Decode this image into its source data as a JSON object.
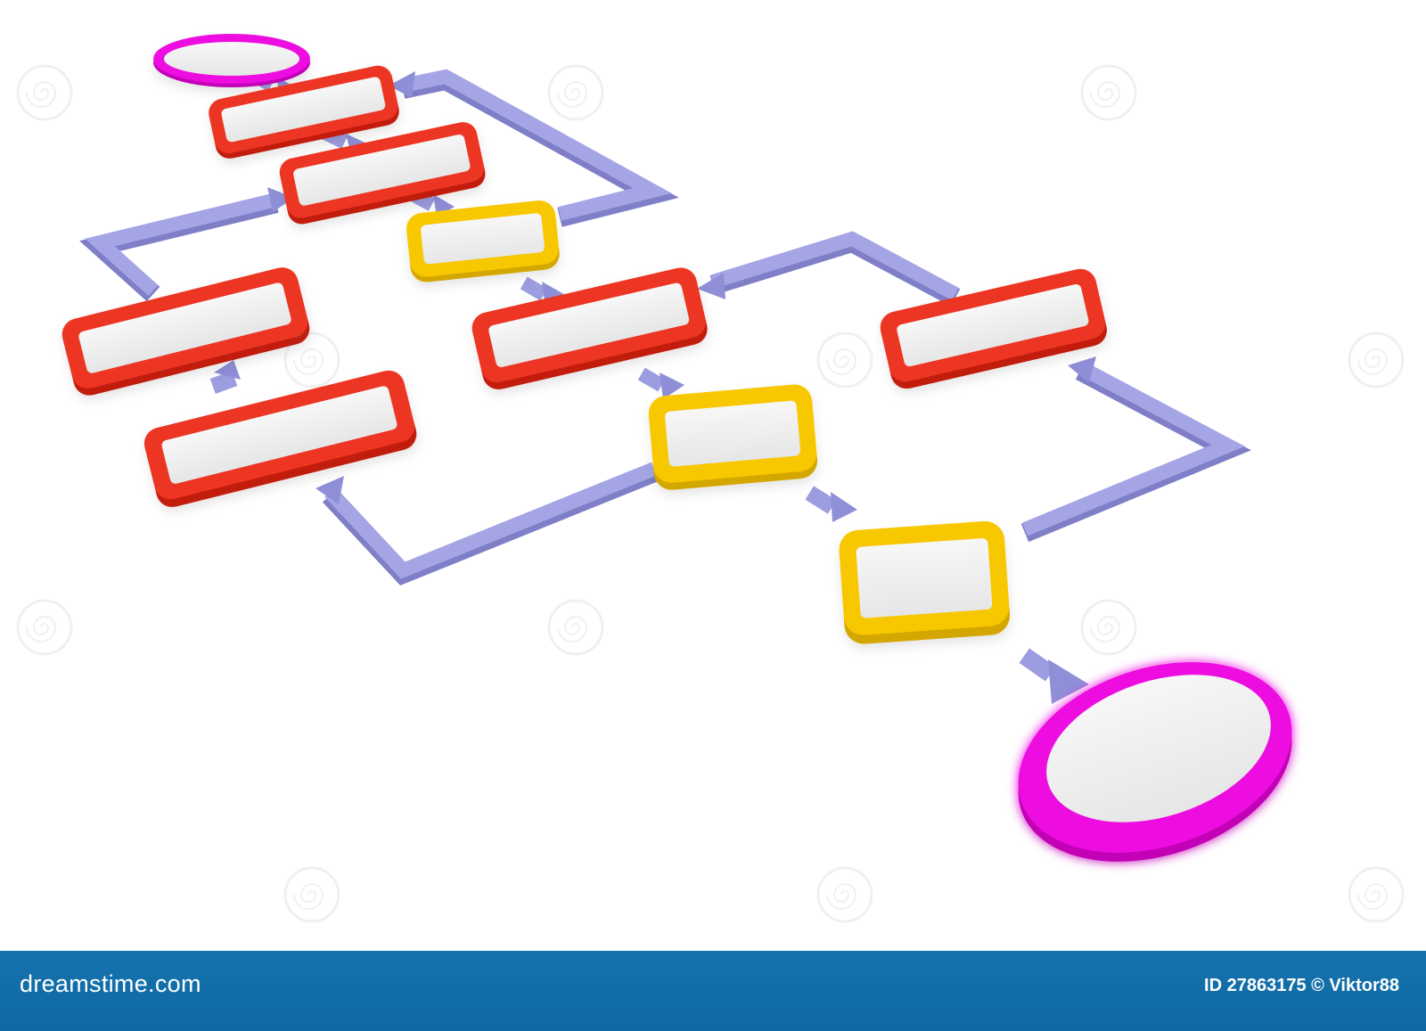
{
  "footer": {
    "logo_text": "dreamstime.com",
    "image_id": "ID 27863175 © Viktor88"
  },
  "colors": {
    "process_box": "#ec3524",
    "decision_box": "#f7c800",
    "terminal": "#ee10e0",
    "connector": "#9c9ce0",
    "footer_bar": "#1470aa"
  },
  "diagram": {
    "elements": [
      {
        "name": "terminal-start",
        "kind": "terminal"
      },
      {
        "name": "process-1",
        "kind": "process"
      },
      {
        "name": "process-2",
        "kind": "process"
      },
      {
        "name": "decision-1",
        "kind": "decision"
      },
      {
        "name": "process-left-upper",
        "kind": "process"
      },
      {
        "name": "process-left-lower",
        "kind": "process"
      },
      {
        "name": "process-center",
        "kind": "process"
      },
      {
        "name": "process-right",
        "kind": "process"
      },
      {
        "name": "decision-2",
        "kind": "decision"
      },
      {
        "name": "decision-3",
        "kind": "decision"
      },
      {
        "name": "terminal-end",
        "kind": "terminal"
      }
    ]
  }
}
